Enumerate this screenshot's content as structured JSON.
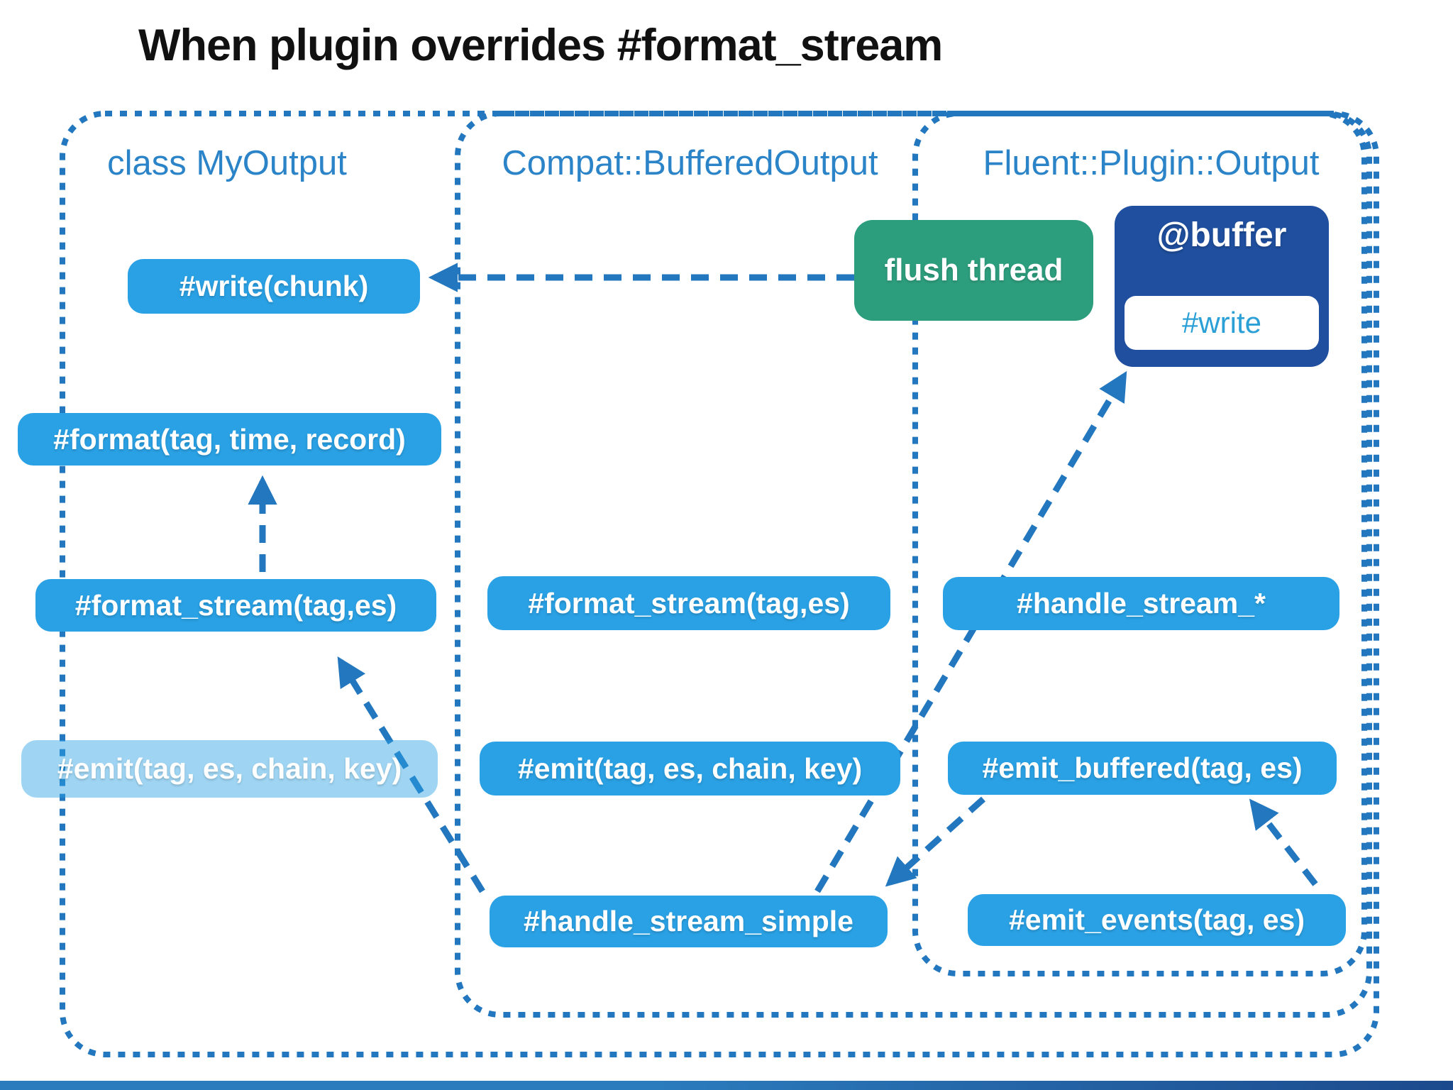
{
  "title": "When plugin overrides #format_stream",
  "containers": {
    "my_output": {
      "label": "class MyOutput"
    },
    "compat": {
      "label": "Compat::BufferedOutput"
    },
    "fluent": {
      "label": "Fluent::Plugin::Output"
    }
  },
  "nodes": {
    "write_chunk": "#write(chunk)",
    "format": "#format(tag, time, record)",
    "format_stream_left": "#format_stream(tag,es)",
    "emit_left": "#emit(tag, es, chain, key)",
    "format_stream_mid": "#format_stream(tag,es)",
    "emit_mid": "#emit(tag, es, chain, key)",
    "handle_stream_simple": "#handle_stream_simple",
    "handle_stream_star": "#handle_stream_*",
    "emit_buffered": "#emit_buffered(tag, es)",
    "emit_events": "#emit_events(tag, es)",
    "flush_thread": "flush thread",
    "buffer": "@buffer",
    "buffer_write": "#write"
  },
  "colors": {
    "title_color": "#111111",
    "header_blue": "#2C84C8",
    "border_blue": "#2277BF",
    "azure": "#2AA1E4",
    "azure_faded": "rgba(42,161,228,0.45)",
    "green": "#2D9E7D",
    "dark_blue": "#1F4F9E",
    "buffer_write_text": "#2BA0D6",
    "bar_left": "#2B7CBD",
    "bar_right": "#1C4A8D"
  }
}
